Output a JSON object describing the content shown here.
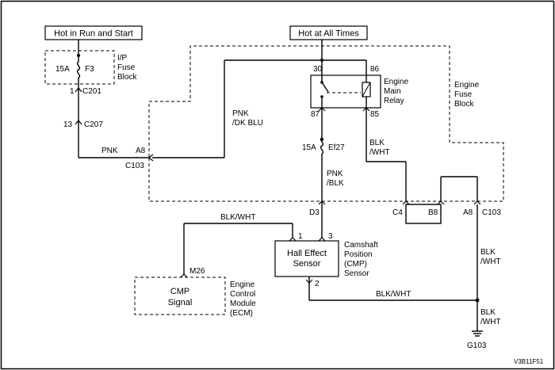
{
  "power": {
    "hot_run_start": "Hot in Run and Start",
    "hot_all_times": "Hot at All Times"
  },
  "ip_fuse_block": {
    "fuse_amp": "15A",
    "fuse_id": "F3",
    "label_l1": "I/P",
    "label_l2": "Fuse",
    "label_l3": "Block"
  },
  "connectors": {
    "c201_pin": "1",
    "c201": "C201",
    "c207_pin": "13",
    "c207": "C207",
    "a8_left": "A8",
    "c103_left": "C103",
    "d3": "D3",
    "c4": "C4",
    "b8": "B8",
    "a8_right": "A8",
    "c103_right": "C103"
  },
  "relay": {
    "pin30": "30",
    "pin86": "86",
    "pin87": "87",
    "pin85": "85",
    "label_l1": "Engine",
    "label_l2": "Main",
    "label_l3": "Relay"
  },
  "engine_fuse_block": {
    "label_l1": "Engine",
    "label_l2": "Fuse",
    "label_l3": "Block",
    "fuse_amp": "15A",
    "fuse_id": "Ef27"
  },
  "wires": {
    "pnk_left": "PNK",
    "pnk_dkblu_l1": "PNK",
    "pnk_dkblu_l2": "/DK BLU",
    "pnk_blk_l1": "PNK",
    "pnk_blk_l2": "/BLK",
    "blk_wht_relay_l1": "BLK",
    "blk_wht_relay_l2": "/WHT",
    "blk_wht_ecm": "BLK/WHT",
    "blk_wht_right1_l1": "BLK",
    "blk_wht_right1_l2": "/WHT",
    "blk_wht_ground": "BLK/WHT",
    "blk_wht_right2_l1": "BLK",
    "blk_wht_right2_l2": "/WHT"
  },
  "sensor": {
    "box_l1": "Hall Effect",
    "box_l2": "Sensor",
    "pin1": "1",
    "pin3": "3",
    "pin2": "2",
    "name_l1": "Camshaft",
    "name_l2": "Position",
    "name_l3": "(CMP)",
    "name_l4": "Sensor"
  },
  "ecm": {
    "pin": "M26",
    "box_l1": "CMP",
    "box_l2": "Signal",
    "label_l1": "Engine",
    "label_l2": "Control",
    "label_l3": "Module",
    "label_l4": "(ECM)"
  },
  "ground": {
    "id": "G103"
  },
  "figure_id": "V3B11F51"
}
